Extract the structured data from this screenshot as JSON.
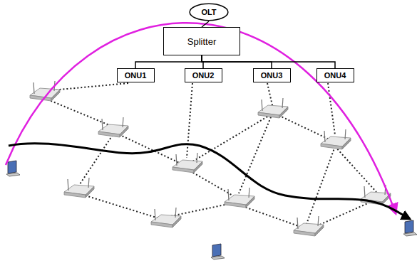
{
  "diagram": {
    "nodes": [
      {
        "text": [
          "OLT"
        ]
      },
      {
        "text": [
          "Splitter"
        ]
      },
      {
        "text": [
          "ONU1"
        ]
      },
      {
        "text": [
          "ONU2"
        ]
      },
      {
        "text": [
          "ONU3"
        ]
      },
      {
        "text": [
          "ONU4"
        ]
      }
    ],
    "edges": [
      {
        "from": 0,
        "to": 1,
        "arrow": "none"
      },
      {
        "from": 1,
        "to": 2,
        "arrow": "none"
      },
      {
        "from": 1,
        "to": 3,
        "arrow": "none"
      },
      {
        "from": 1,
        "to": 4,
        "arrow": "none"
      },
      {
        "from": 1,
        "to": 5,
        "arrow": "none"
      }
    ]
  }
}
